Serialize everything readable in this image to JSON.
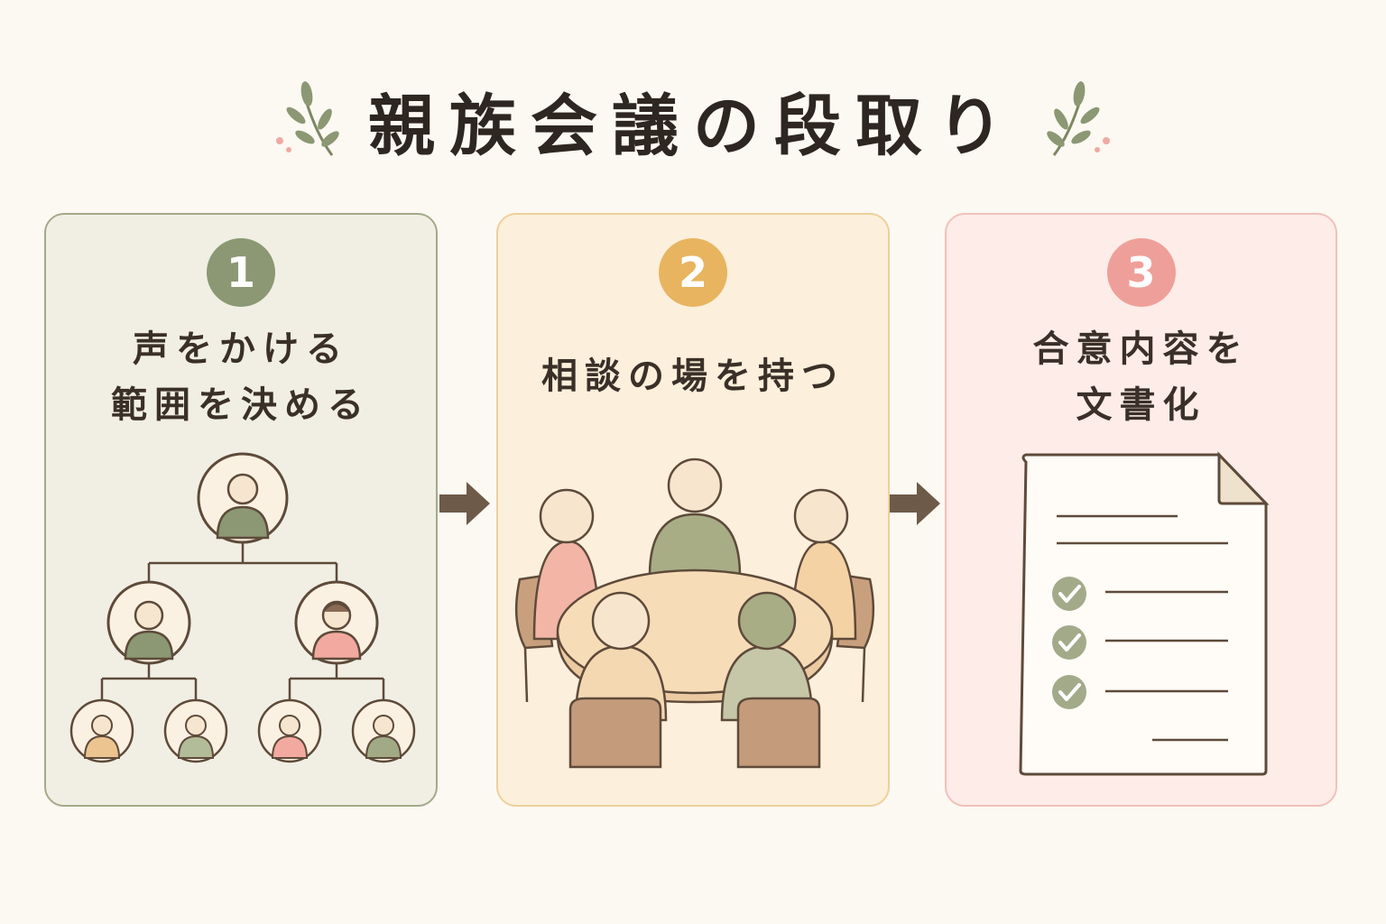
{
  "title": "親族会議の段取り",
  "steps": [
    {
      "number": "1",
      "label": "声をかける\n範囲を決める"
    },
    {
      "number": "2",
      "label": "相談の場を持つ"
    },
    {
      "number": "3",
      "label": "合意内容を\n文書化"
    }
  ],
  "colors": {
    "background": "#fcf8f2",
    "green": "#8b9873",
    "yellow": "#e8b460",
    "pink": "#ef9f99",
    "text": "#2e2620",
    "arrow": "#6e5a48"
  },
  "icons": [
    "sprig-icon",
    "family-tree-icon",
    "round-table-meeting-icon",
    "arrow-right-icon",
    "document-checklist-icon",
    "check-icon"
  ]
}
